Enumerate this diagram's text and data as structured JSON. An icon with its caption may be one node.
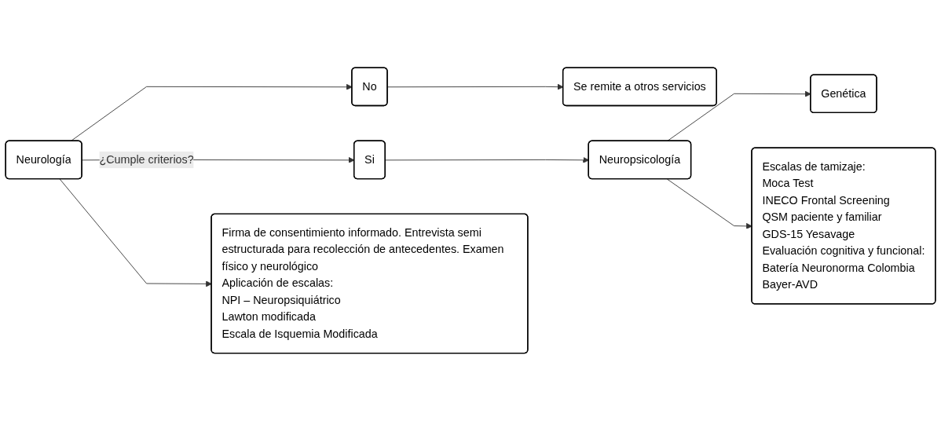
{
  "diagram": {
    "nodes": [
      {
        "text": [
          "Neurología"
        ]
      },
      {
        "text": [
          "No"
        ]
      },
      {
        "text": [
          "Se remite a otros servicios"
        ]
      },
      {
        "text": [
          "Si"
        ]
      },
      {
        "text": [
          "Neuropsicología"
        ]
      },
      {
        "text": [
          "Genética"
        ]
      },
      {
        "text": [
          "Firma de consentimiento informado. Entrevista semi estructurada para recolección de antecedentes. Examen físico y neurológico",
          "Aplicación de escalas:",
          "NPI – Neuropsiquiátrico",
          "Lawton modificada",
          "Escala de Isquemia Modificada"
        ]
      },
      {
        "text": [
          "Escalas de tamizaje:",
          "Moca Test",
          "INECO Frontal Screening",
          "QSM paciente y familiar",
          "GDS-15 Yesavage",
          "Evaluación cognitiva y funcional:",
          "Batería Neuronorma Colombia",
          "Bayer-AVD"
        ]
      }
    ],
    "edges": [
      {
        "from": 0,
        "to": 1,
        "arrow": "to"
      },
      {
        "from": 0,
        "to": 3,
        "arrow": "to",
        "label": "¿Cumple criterios?"
      },
      {
        "from": 1,
        "to": 2,
        "arrow": "to"
      },
      {
        "from": 3,
        "to": 4,
        "arrow": "to"
      },
      {
        "from": 4,
        "to": 5,
        "arrow": "to"
      },
      {
        "from": 0,
        "to": 6,
        "arrow": "to"
      },
      {
        "from": 4,
        "to": 7,
        "arrow": "to"
      }
    ]
  }
}
